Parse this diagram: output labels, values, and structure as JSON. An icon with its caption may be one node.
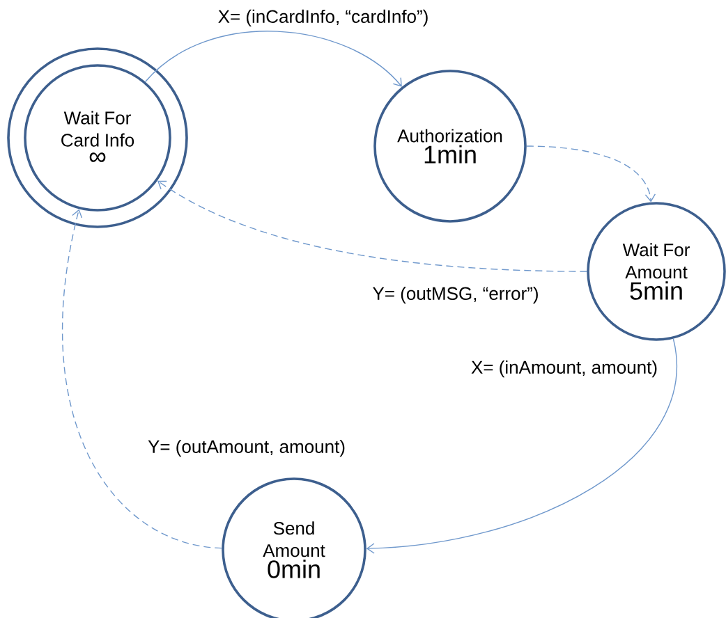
{
  "diagram": {
    "nodes": [
      {
        "text": [
          "Wait For Card Info",
          "∞"
        ]
      },
      {
        "text": [
          "Authorization",
          "1min"
        ]
      },
      {
        "text": [
          "Wait For Amount",
          "5min"
        ]
      },
      {
        "text": [
          "Send Amount",
          "0min"
        ]
      }
    ],
    "edges": [
      {
        "from": 0,
        "to": 1,
        "arrow": "to",
        "label": "X= (inCardInfo, “cardInfo”)"
      },
      {
        "from": 1,
        "to": 2,
        "arrow": "to",
        "style": "dashed"
      },
      {
        "from": 2,
        "to": 0,
        "arrow": "to",
        "style": "dashed",
        "label": "Y= (outMSG, “error”)"
      },
      {
        "from": 2,
        "to": 3,
        "arrow": "to",
        "label": "X= (inAmount, amount)"
      },
      {
        "from": 3,
        "to": 0,
        "arrow": "to",
        "style": "dashed",
        "label": "Y= (outAmount, amount)"
      }
    ]
  }
}
